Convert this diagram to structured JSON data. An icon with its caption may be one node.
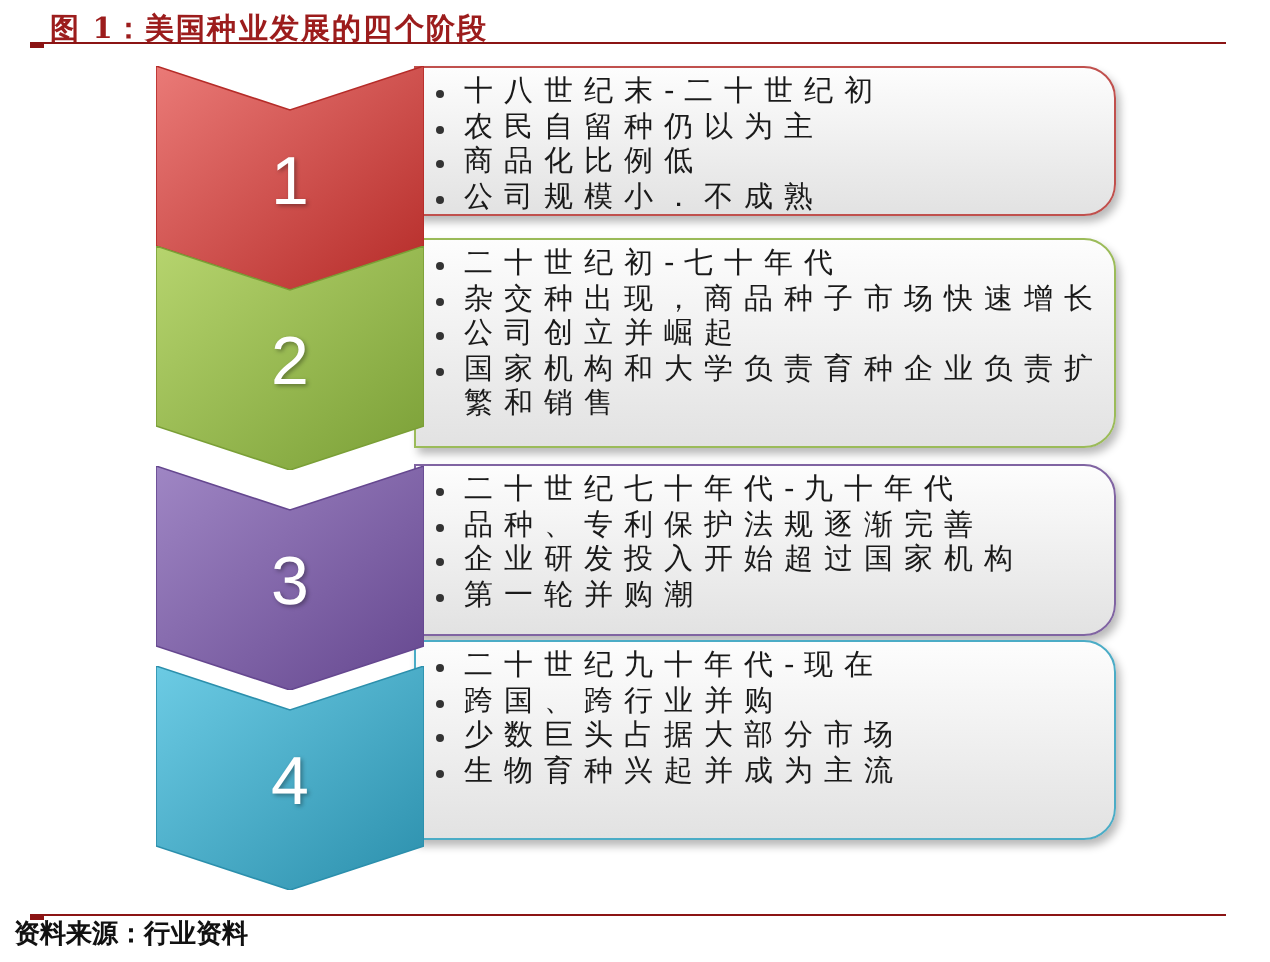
{
  "diagram": {
    "title": "图 1：美国种业发展的四个阶段",
    "nodes": [
      {
        "text": [
          "1"
        ]
      },
      {
        "text": [
          "十八世纪末-二十世纪初",
          "农民自留种仍以为主",
          "商品化比例低",
          "公司规模小．不成熟"
        ]
      },
      {
        "text": [
          "2"
        ]
      },
      {
        "text": [
          "二十世纪初-七十年代",
          "杂交种出现，商品种子市场快速增长",
          "公司创立并崛起",
          "国家机构和大学负责育种企业负责扩繁和销售"
        ]
      },
      {
        "text": [
          "3"
        ]
      },
      {
        "text": [
          "二十世纪七十年代-九十年代",
          "品种、专利保护法规逐渐完善",
          "企业研发投入开始超过国家机构",
          "第一轮并购潮"
        ]
      },
      {
        "text": [
          "4"
        ]
      },
      {
        "text": [
          "二十世纪九十年代-现在",
          "跨国、跨行业并购",
          "少数巨头占据大部分市场",
          "生物育种兴起并成为主流"
        ]
      }
    ],
    "caption": "资料来源：行业资料"
  }
}
